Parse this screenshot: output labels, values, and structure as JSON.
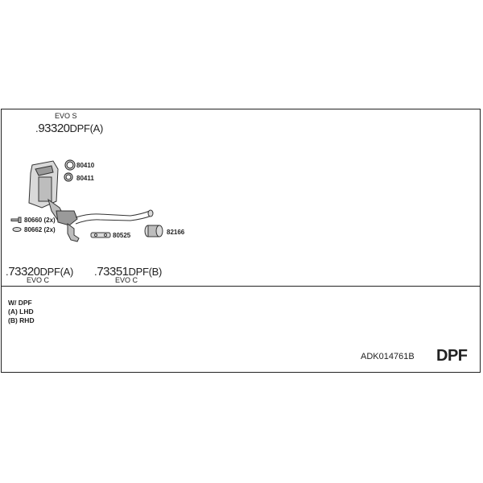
{
  "header": {
    "variant": "EVO S",
    "part_prefix": ".",
    "part_number": "93320",
    "part_suffix": "DPF(A)"
  },
  "small_parts": {
    "p80410": "80410",
    "p80411": "80411",
    "p80660": "80660 (2x)",
    "p80662": "80662 (2x)",
    "p80525": "80525",
    "p82166": "82166"
  },
  "options": [
    {
      "prefix": ".",
      "number": "73320",
      "suffix": "DPF(A)",
      "variant": "EVO C"
    },
    {
      "prefix": ".",
      "number": "73351",
      "suffix": "DPF(B)",
      "variant": "EVO C"
    }
  ],
  "notes": {
    "line1": "W/ DPF",
    "line2": "(A) LHD",
    "line3": "(B) RHD"
  },
  "footer": {
    "kit_code": "ADK014761B",
    "label": "DPF"
  },
  "colors": {
    "line": "#222222",
    "part_fill": "#d9d9d9",
    "part_dark": "#9a9a9a"
  }
}
